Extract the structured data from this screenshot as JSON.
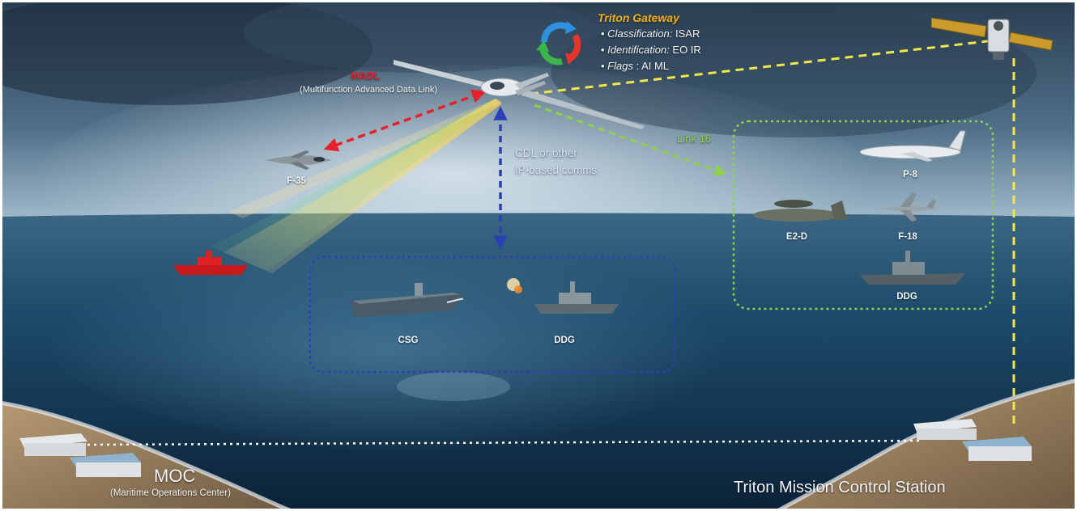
{
  "colors": {
    "madl_link": "#e8202a",
    "cdl_link": "#2a3fb8",
    "link16": "#8fd24a",
    "satellite_link": "#f2e64a",
    "gateway_title": "#f7b21b"
  },
  "gateway": {
    "title": "Triton Gateway",
    "items": [
      {
        "key": "Classification:",
        "value": " ISAR"
      },
      {
        "key": "Identification:",
        "value": " EO IR"
      },
      {
        "key": "Flags",
        "value": " : AI ML"
      }
    ]
  },
  "madl": {
    "title": "MADL",
    "subtitle": "(Multifunction Advanced Data Link)"
  },
  "cdl": {
    "line1": "CDL or other",
    "line2": "IP-based comms"
  },
  "link16": "Link 16",
  "assets": {
    "f35": "F-35",
    "csg": "CSG",
    "ddg_center": "DDG",
    "p8": "P-8",
    "e2d": "E2-D",
    "f18": "F-18",
    "ddg_right": "DDG"
  },
  "moc": {
    "title": "MOC",
    "subtitle": "(Maritime Operations Center)"
  },
  "tmcs": "Triton Mission Control Station",
  "icons": [
    "cycle-arrows-icon",
    "triton-uav-icon",
    "satellite-icon",
    "aircraft-icon",
    "ship-icon",
    "building-icon"
  ]
}
